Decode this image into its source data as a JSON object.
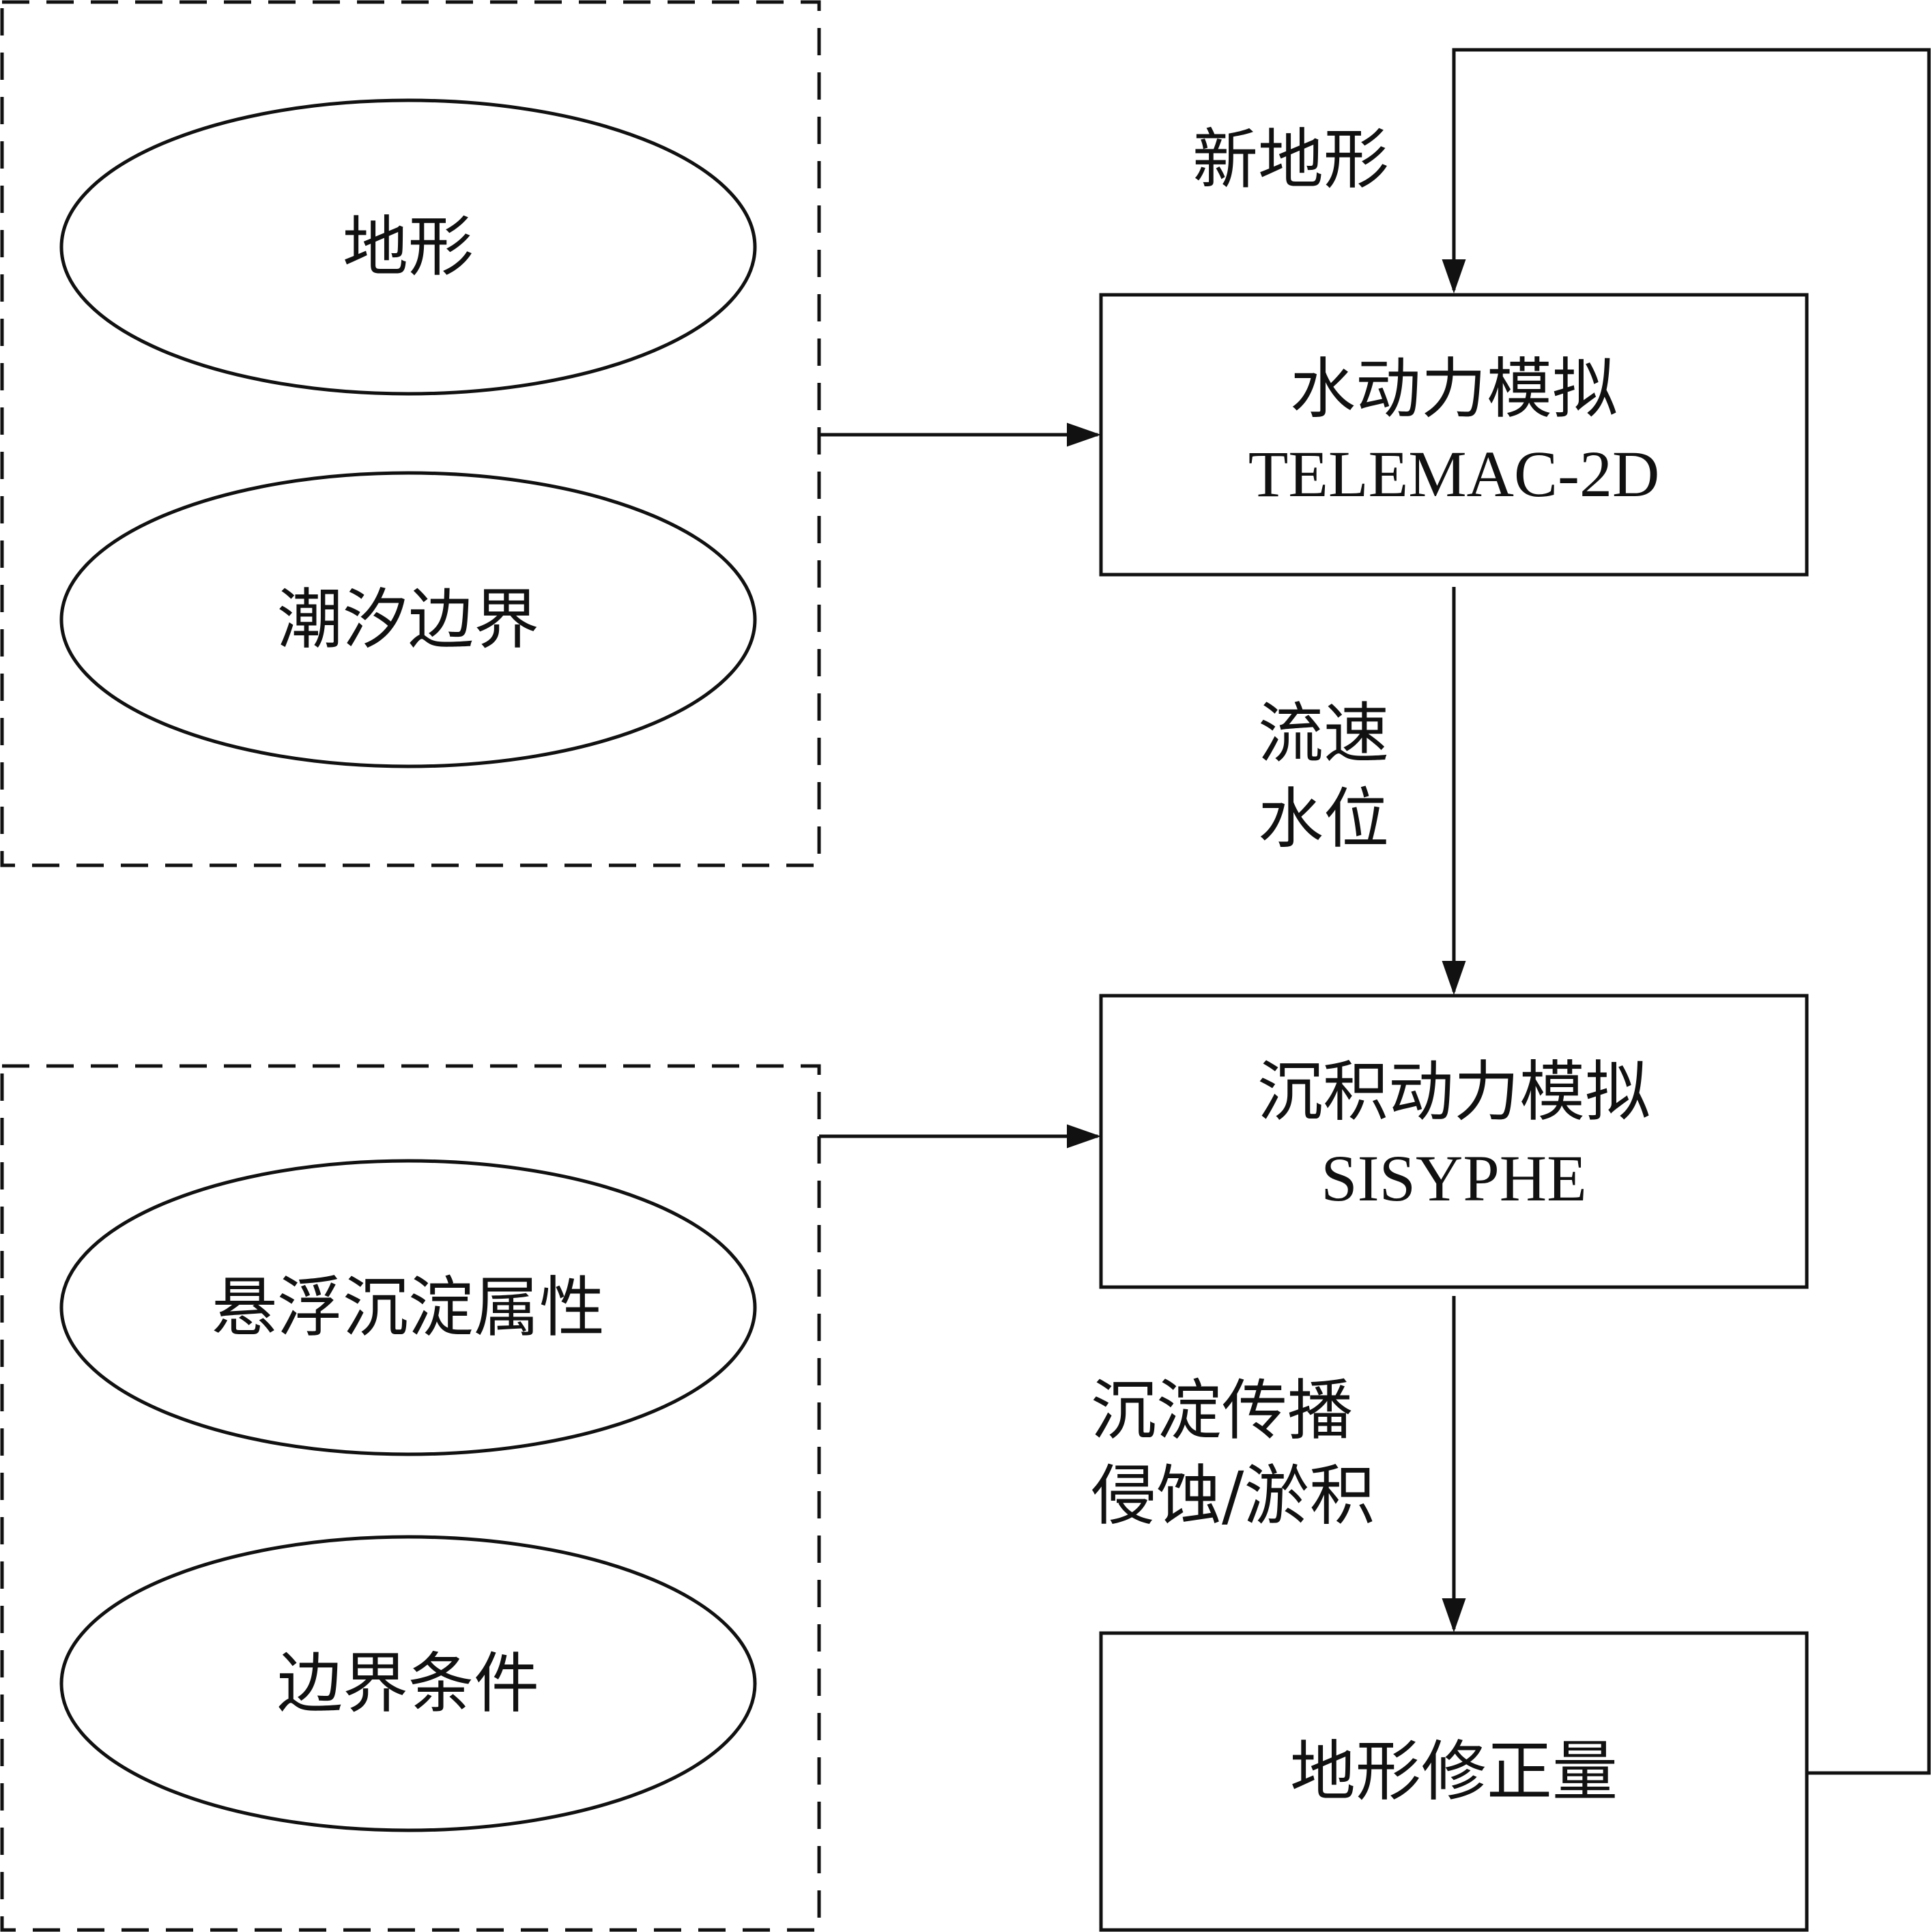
{
  "inputs": {
    "group1": [
      "地形",
      "潮汐边界"
    ],
    "group2": [
      "悬浮沉淀属性",
      "边界条件"
    ]
  },
  "modules": {
    "hydro": {
      "title": "水动力模拟",
      "subtitle": "TELEMAC-2D"
    },
    "sediment": {
      "title": "沉积动力模拟",
      "subtitle": "SISYPHE"
    },
    "terrain": {
      "title": "地形修正量"
    }
  },
  "flows": {
    "feedback": "新地形",
    "hydro_to_sediment": [
      "流速",
      "水位"
    ],
    "sediment_to_terrain": [
      "沉淀传播",
      "侵蚀/淤积"
    ]
  },
  "colors": {
    "stroke": "#111111",
    "background": "#ffffff"
  }
}
